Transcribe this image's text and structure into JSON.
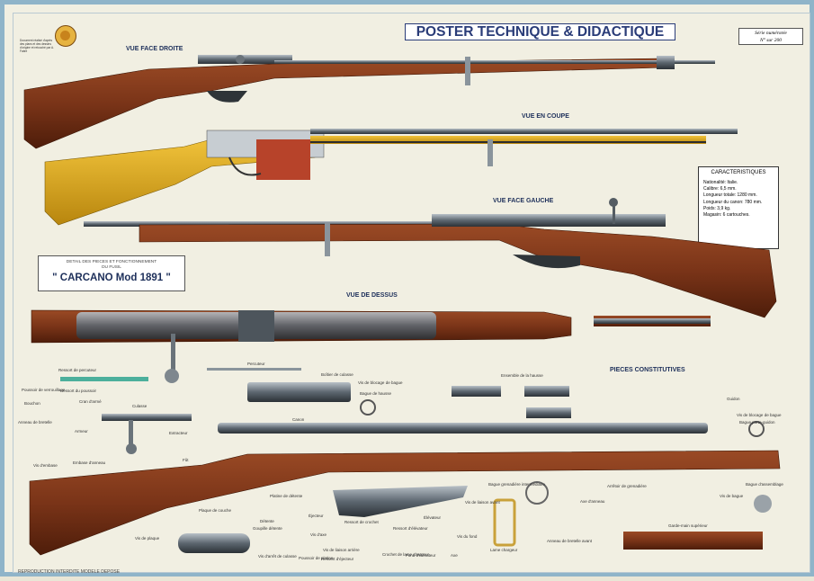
{
  "poster": {
    "title": "POSTER TECHNIQUE & DIDACTIQUE",
    "serie_line1": "Série numérotée",
    "serie_line2": "N°    sur 200",
    "blurb": "Document réalisé d'après des plans et des dessins d'origine et retouché par A. Fabre",
    "footer": "REPRODUCTION INTERDITE  MODELE DEPOSE"
  },
  "views": {
    "face_droite": "VUE FACE DROITE",
    "en_coupe": "VUE EN COUPE",
    "face_gauche": "VUE FACE GAUCHE",
    "dessus": "VUE DE DESSUS",
    "pieces": "PIECES CONSTITUTIVES"
  },
  "identification": {
    "subtitle_line1": "DETAIL DES PIECES ET FONCTIONNEMENT",
    "subtitle_line2": "DU FUSIL",
    "name": "\" CARCANO Mod 1891 \""
  },
  "characteristics": {
    "heading": "CARACTERISTIQUES",
    "lines": [
      "Nationalité:  Italie.",
      "Calibre:   6,5 mm.",
      "Longueur totale:  1280 mm.",
      "Longueur du canon: 780 mm.",
      "Poids:  3,9 kg.",
      "Magasin:  6 cartouches."
    ]
  },
  "parts": {
    "ressort_percuteur": "Ressort de percuteur",
    "poussoir_verrou": "Poussoir de verrouillage",
    "bouchon": "Bouchon",
    "ressort_poussoir": "Ressort du poussoir",
    "cran_arme": "Cran d'armé",
    "culasse": "Culasse",
    "anneau_bretelle": "Anneau de bretelle",
    "armeur": "Armeur",
    "extracteur": "Extracteur",
    "vis_embase": "Vis d'embase",
    "embase_anneau": "Embase d'anneau",
    "percuteur": "Percuteur",
    "boitier_culasse": "Boîtier de culasse",
    "vis_blocage_bague": "Vis de blocage de bague",
    "bague_hausse": "Bague de hausse",
    "ensemble_hausse": "Ensemble de la hausse",
    "canon": "Canon",
    "guidon": "Guidon",
    "vis_blocage_bague2": "Vis de blocage de bague",
    "bague_porte_guidon": "Bague porte-guidon",
    "fut": "Fût",
    "platine_detente": "Platine de détente",
    "plaque_couche": "Plaque de couche",
    "detente": "Détente",
    "goupille_detente": "Goupille détente",
    "ejecteur": "Éjecteur",
    "vis_axe": "Vis d'axe",
    "ressort_crochet": "Ressort de crochet",
    "ressort_elevateur": "Ressort d'élévateur",
    "elevateur": "Élévateur",
    "vis_plaque": "Vis de plaque",
    "vis_arret_culasse": "Vis d'arrêt de culasse",
    "poussoir_platine": "Poussoir de platine",
    "vis_liaison_arriere": "Vis de liaison arrière",
    "ressort_ejecteur": "Ressort d'éjecteur",
    "crochet_lame_chargeur": "Crochet de lame chargeur",
    "fond_elevateur": "Fond d'élévateur",
    "axe": "Axe",
    "vis_liaison_avant": "Vis de liaison avant",
    "vis_fond": "Vis du fond",
    "bague_grenadiere": "Bague grenadière intermédiaire",
    "lame_chargeur": "Lame chargeur",
    "arretoir_grenadiere": "Arrêtoir de grenadière",
    "axe_anneau": "Axe d'anneau",
    "anneau_bretelle_avant": "Anneau de bretelle avant",
    "vis_bague": "Vis de bague",
    "bague_assemblage": "Bague d'assemblage",
    "garde_main_superieur": "Garde-main supérieur"
  },
  "colors": {
    "wood": "#7a3418",
    "wood_dark": "#4e1d0a",
    "steel": "#5d6770",
    "section_yellow": "#d7a416",
    "title_blue": "#2a3c78"
  }
}
